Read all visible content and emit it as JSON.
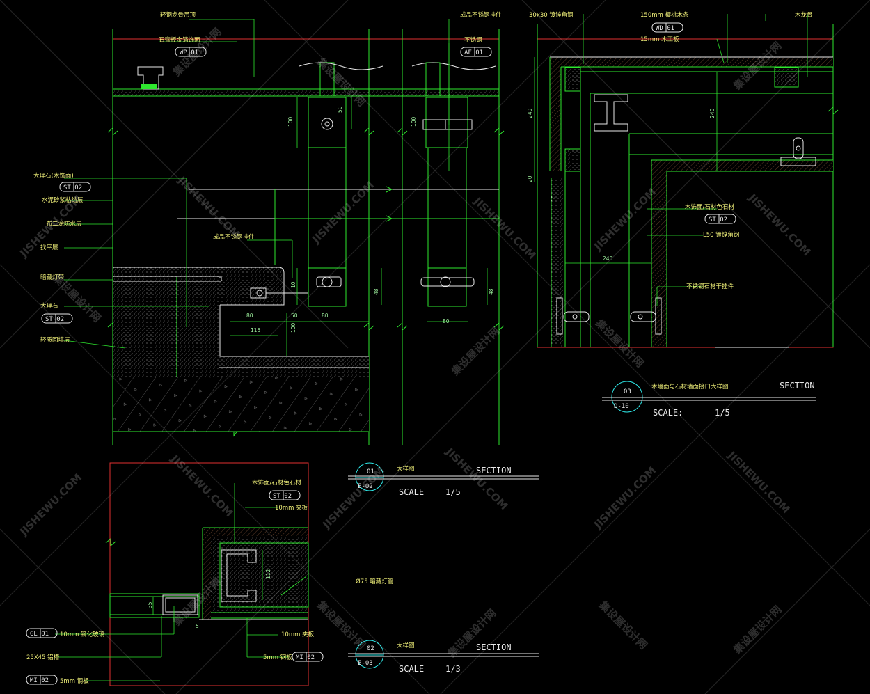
{
  "drawing_1": {
    "labels": {
      "steel_keel": "轻钢龙骨吊顶",
      "gypsum_board": "石膏板金箔饰面",
      "wp_tag": "WP 01",
      "finished_hanger": "成品不锈钢挂件",
      "steel_bolt": "不锈钢",
      "af_tag": "AF 01",
      "fireproof_stone": "大理石(木饰面)",
      "st_tag_1": "ST 02",
      "mortar": "水泥砂浆粘结层",
      "waterproof": "一布二涂防水层",
      "screed": "找平层",
      "hanger_mid": "成品不锈钢挂件",
      "drain_pipe": "暗藏灯带",
      "marble": "大理石",
      "st_tag_2": "ST 02",
      "backfill": "轻质回填层"
    },
    "dims": {
      "d100a": "100",
      "d50a": "50",
      "d100b": "100",
      "d10": "10",
      "d48a": "48",
      "d80a": "80",
      "d50b": "50",
      "d80b": "80",
      "d115": "115",
      "d100c": "100",
      "d48b": "48",
      "d80c": "80"
    },
    "title_block": {
      "number": "01",
      "sheet": "E-02",
      "title": "大样图",
      "kind": "SECTION",
      "scale_label": "SCALE",
      "scale_value": "1/5"
    }
  },
  "drawing_2": {
    "labels": {
      "stone_top": "木饰面/石材色石材",
      "st_tag": "ST 02",
      "plywood": "10mm 夹板",
      "pipe": "Ø75 暗藏灯管",
      "glass": "10mm 钢化玻璃",
      "gl_tag": "GL 01",
      "plywood2": "10mm 夹板",
      "angle": "25X45 铝槽",
      "steel_plate": "5mm 钢板",
      "mi_tag_1": "MI 02",
      "steel_plate2": "5mm 钢板",
      "mi_tag_2": "MI 02"
    },
    "dims": {
      "d112": "112",
      "d35": "35",
      "d5": "5"
    },
    "title_block": {
      "number": "02",
      "sheet": "E-03",
      "title": "大样图",
      "kind": "SECTION",
      "scale_label": "SCALE",
      "scale_value": "1/3"
    }
  },
  "drawing_3": {
    "labels": {
      "steel_top": "30x30 镀锌角钢",
      "board_150": "150mm 樱桃木条",
      "wd_tag": "WD 01",
      "plywood_15": "15mm 木工板",
      "backing": "木龙骨",
      "stone_side": "木饰面/石材色石材",
      "st_tag": "ST 02",
      "angle_l50": "L50 镀锌角钢",
      "steel_hanger": "不锈钢石材干挂件"
    },
    "dims": {
      "d240a": "240",
      "d20": "20",
      "d240b": "240",
      "d240c": "240",
      "d10": "10"
    },
    "title_block": {
      "number": "03",
      "sheet": "D-10",
      "title": "木墙面与石材墙面接口大样图",
      "kind": "SECTION",
      "scale_label": "SCALE:",
      "scale_value": "1/5"
    }
  },
  "watermarks": {
    "brand_cn": "集设屋设计网",
    "brand_en": "JISHEWU.COM"
  },
  "colors": {
    "background": "#000000",
    "linework": "#2ee82e",
    "annotation": "#f2f27a",
    "frame": "#e03030",
    "tag": "#e8e8e8"
  }
}
